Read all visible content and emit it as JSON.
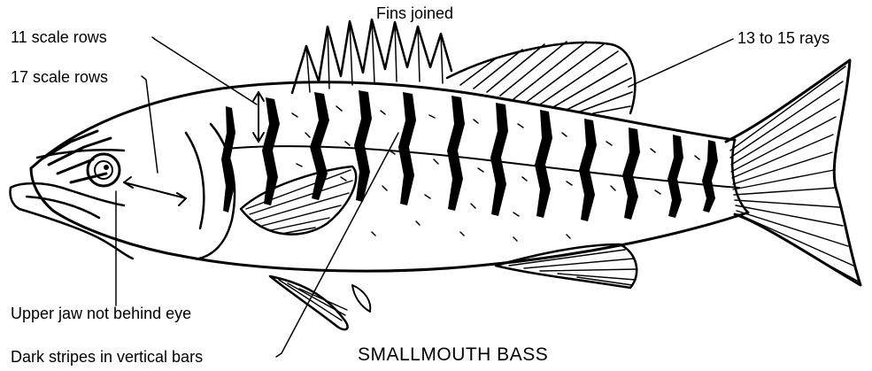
{
  "labels": {
    "fins_joined": "Fins joined",
    "rays": "13 to 15 rays",
    "scale_rows_11": "11 scale rows",
    "scale_rows_17": "17 scale rows",
    "upper_jaw": "Upper jaw not behind eye",
    "dark_stripes": "Dark stripes in vertical bars",
    "species": "SMALLMOUTH BASS"
  },
  "colors": {
    "ink": "#000000",
    "paper": "#ffffff"
  }
}
